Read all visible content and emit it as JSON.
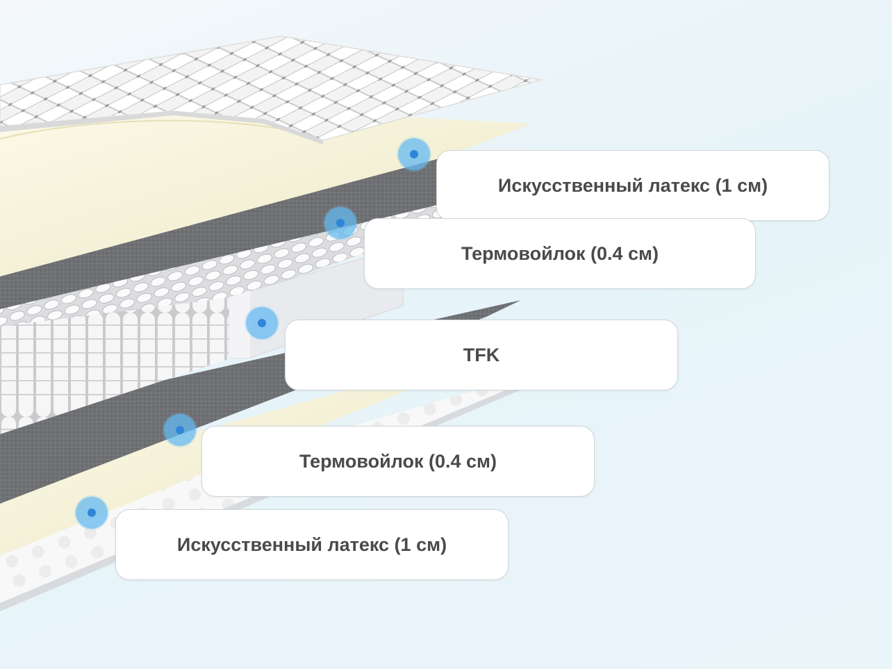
{
  "layers": [
    {
      "label": "Искусственный латекс (1 см)"
    },
    {
      "label": "Термовойлок (0.4 см)"
    },
    {
      "label": "TFK"
    },
    {
      "label": "Термовойлок (0.4 см)"
    },
    {
      "label": "Искусственный латекс (1 см)"
    }
  ],
  "colors": {
    "hotspot": "#64b9f0",
    "hotspot_center": "#2f86d8",
    "felt": "#6f7174",
    "latex": "#f5f2dc",
    "cover": "#f7f7f7",
    "label_text": "#4a4a4a"
  }
}
